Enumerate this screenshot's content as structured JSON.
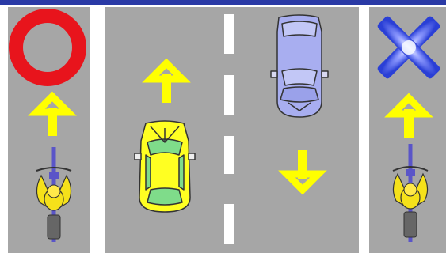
{
  "diagram": {
    "title": "",
    "colors": {
      "frame_top": "#2a3aa6",
      "road": "#a6a6a6",
      "lane_mark": "#ffffff",
      "arrow": "#ffff00",
      "correct_mark": "#e8141c",
      "wrong_mark": "#3a4fe0",
      "car_yellow": "#ffff22",
      "car_glass": "#7fdc8a",
      "car_blue": "#a8aef0",
      "bicycle_blue": "#5a55c8",
      "rider": "#f5e11a"
    },
    "icons": {
      "correct": "circle-mark-icon",
      "wrong": "x-mark-icon"
    },
    "panels": [
      {
        "name": "left-bike-lane",
        "mark": "correct",
        "bike_direction": "up"
      },
      {
        "name": "main-road",
        "left_car_direction": "up",
        "right_car_direction": "down"
      },
      {
        "name": "right-bike-lane",
        "mark": "wrong",
        "bike_direction": "up"
      }
    ]
  }
}
